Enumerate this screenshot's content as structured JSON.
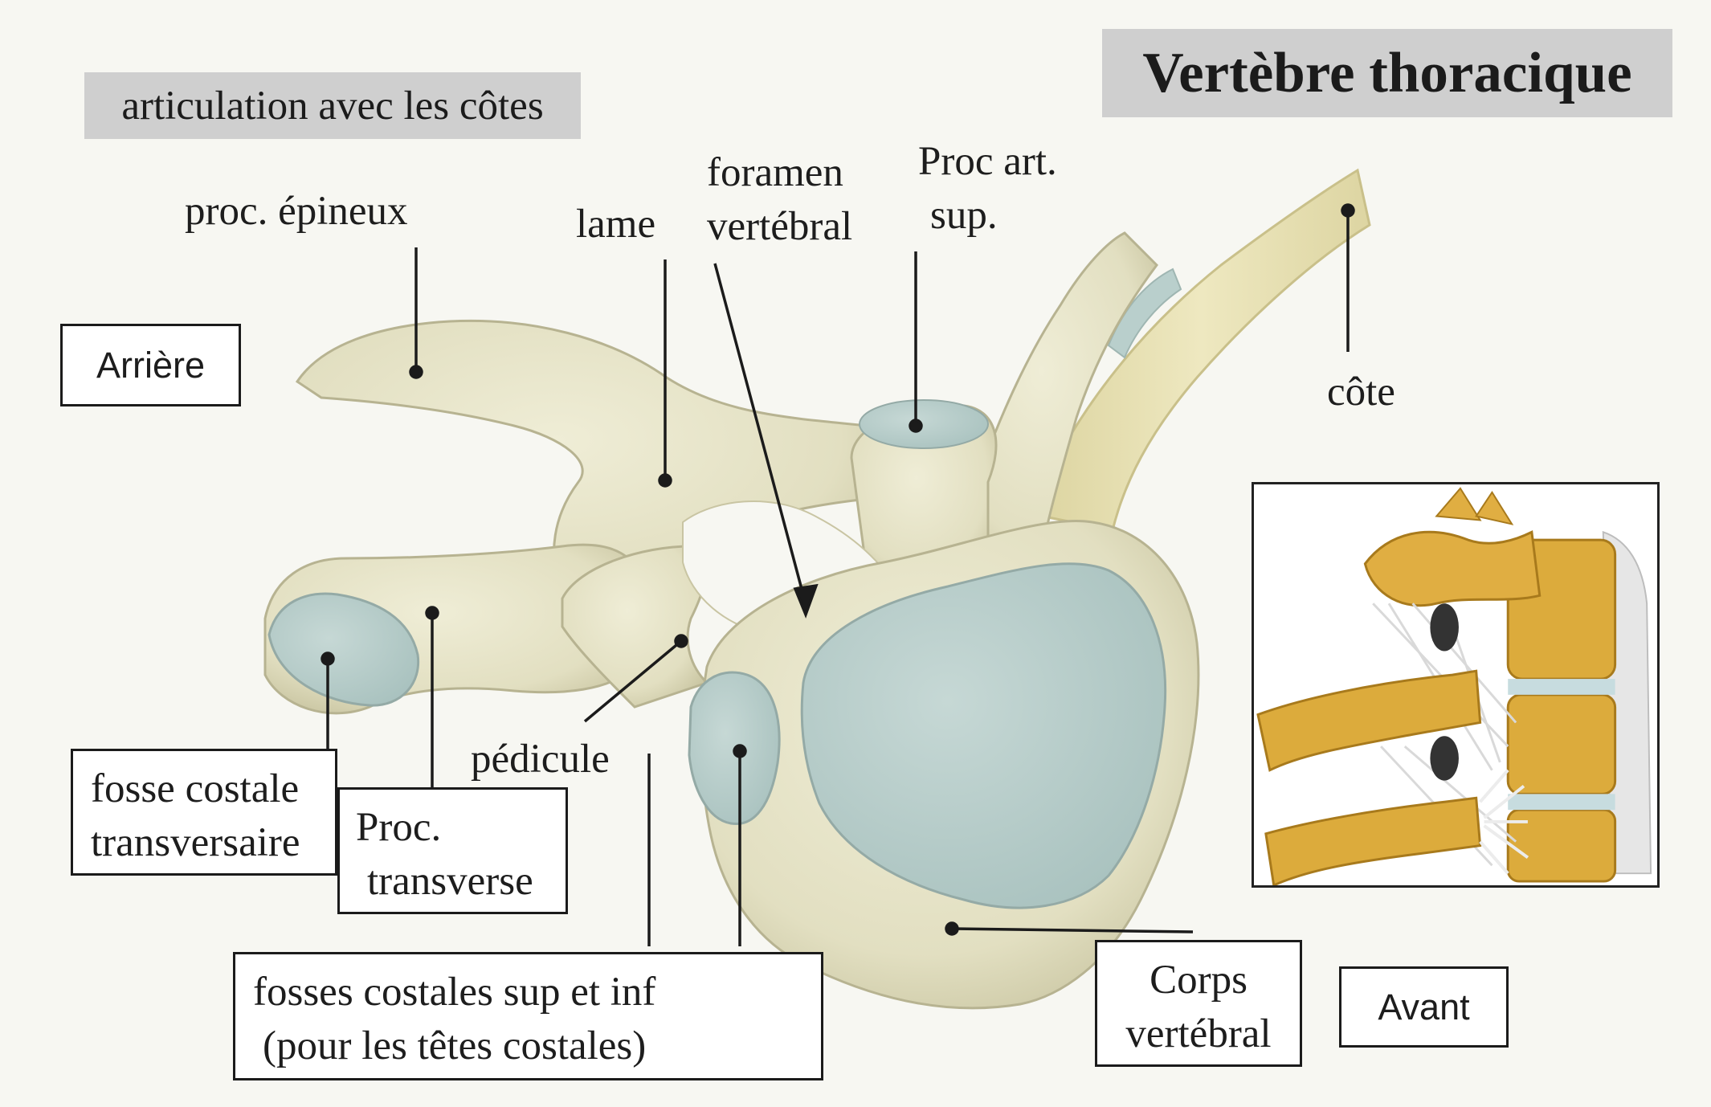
{
  "header": {
    "title": "Vertèbre thoracique",
    "topic": "articulation avec les côtes"
  },
  "orientation": {
    "back": "Arrière",
    "front": "Avant"
  },
  "labels": {
    "spinous": "proc. épineux",
    "lamina": "lame",
    "foramen_line1": "foramen",
    "foramen_line2": "vertébral",
    "sup_art_line1": "Proc art.",
    "sup_art_line2": "sup.",
    "rib": "côte",
    "pedicle": "pédicule",
    "transverse_fossa_line1": "fosse costale",
    "transverse_fossa_line2": "transversaire",
    "transverse_proc_line1": "Proc.",
    "transverse_proc_line2": "transverse",
    "costal_facets_line1": "fosses costales sup et inf",
    "costal_facets_line2": "(pour les têtes costales)",
    "body_line1": "Corps",
    "body_line2": "vertébral"
  },
  "colors": {
    "bone": "#e6e3c6",
    "bone_shadow": "#c9c6a4",
    "cartilage": "#b9cfcc",
    "rib": "#e9e2b4",
    "inset_bone": "#d8a93a",
    "inset_ligament": "#e4e4e4"
  }
}
